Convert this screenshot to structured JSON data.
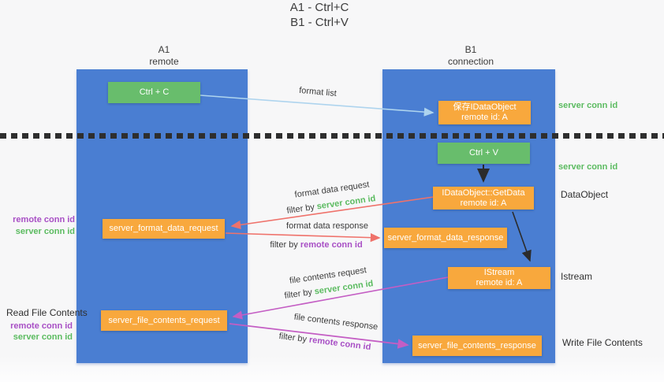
{
  "title": {
    "line1": "A1 - Ctrl+C",
    "line2": "B1 - Ctrl+V"
  },
  "lanes": {
    "a": {
      "name": "A1",
      "subtitle": "remote"
    },
    "b": {
      "name": "B1",
      "subtitle": "connection"
    }
  },
  "nodes": {
    "ctrl_c": {
      "label": "Ctrl + C"
    },
    "save_idataobject": {
      "line1": "保存IDataObject",
      "line2": "remote id: A"
    },
    "ctrl_v": {
      "label": "Ctrl + V"
    },
    "getdata": {
      "line1": "IDataObject::GetData",
      "line2": "remote id: A"
    },
    "server_format_data_request": {
      "label": "server_format_data_request"
    },
    "server_format_data_response": {
      "label": "server_format_data_response"
    },
    "istream": {
      "line1": "IStream",
      "line2": "remote id: A"
    },
    "server_file_contents_request": {
      "label": "server_file_contents_request"
    },
    "server_file_contents_response": {
      "label": "server_file_contents_response"
    }
  },
  "flows": {
    "format_list": {
      "label": "format list"
    },
    "format_data_request": {
      "label": "format data request",
      "filter_prefix": "filter by ",
      "filter_value": "server conn id"
    },
    "format_data_response": {
      "label": "format data response",
      "filter_prefix": "filter by ",
      "filter_value": "remote conn id"
    },
    "file_contents_request": {
      "label": "file contents request",
      "filter_prefix": "filter by ",
      "filter_value": "server conn id"
    },
    "file_contents_response": {
      "label": "file contents response",
      "filter_prefix": "filter by ",
      "filter_value": "remote conn id"
    }
  },
  "side_labels": {
    "right_server_conn_top": "server conn id",
    "right_server_conn_mid": "server conn id",
    "data_object": "DataObject",
    "istream": "Istream",
    "write_file_contents": "Write File Contents",
    "read_file_contents": "Read File Contents",
    "left_format_remote": "remote conn id",
    "left_format_server": "server conn id",
    "left_file_remote": "remote conn id",
    "left_file_server": "server conn id"
  },
  "colors": {
    "lane_blue": "#4a7ed2",
    "action_green": "#68bd6c",
    "node_orange": "#f8a83d",
    "arrow_light_blue": "#aed4ee",
    "arrow_red": "#ef726b",
    "arrow_magenta": "#c45ec4",
    "arrow_black": "#2b2b2b",
    "label_green": "#5bbb60",
    "label_purple": "#a84fc5",
    "background": "#f7f7f8"
  }
}
